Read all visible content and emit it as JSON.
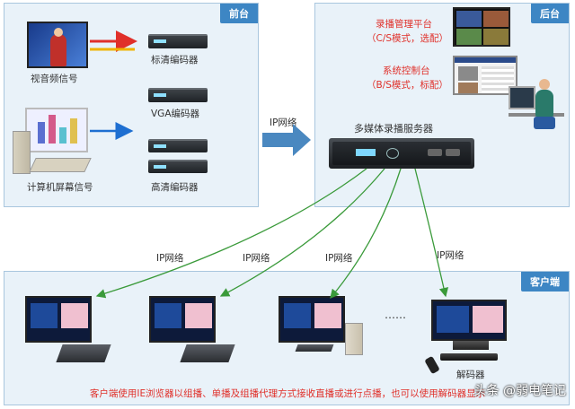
{
  "front": {
    "tag": "前台",
    "av_signal": "视音频信号",
    "pc_signal": "计算机屏幕信号",
    "sd_encoder": "标清编码器",
    "vga_encoder": "VGA编码器",
    "hd_encoder": "高清编码器"
  },
  "back": {
    "tag": "后台",
    "recording_platform": "录播管理平台",
    "recording_mode": "（C/S模式，选配）",
    "control_console": "系统控制台",
    "control_mode": "（B/S模式，标配）"
  },
  "network": {
    "ip_main": "IP网络",
    "server": "多媒体录播服务器",
    "ip_1": "IP网络",
    "ip_2": "IP网络",
    "ip_3": "IP网络",
    "ip_4": "IP网络",
    "dots": "……"
  },
  "client": {
    "tag": "客户端",
    "decoder": "解码器",
    "footer": "客户端使用IE浏览器以组播、单播及组播代理方式接收直播或进行点播，也可以使用解码器显示"
  },
  "watermark": "头条 @弱电笔记",
  "colors": {
    "panel": "#e9f2f9",
    "tag": "#3d86c4",
    "arrow_green": "#3a9a3a",
    "arrow_red": "#e0302a",
    "arrow_blue": "#1e6fd1"
  }
}
